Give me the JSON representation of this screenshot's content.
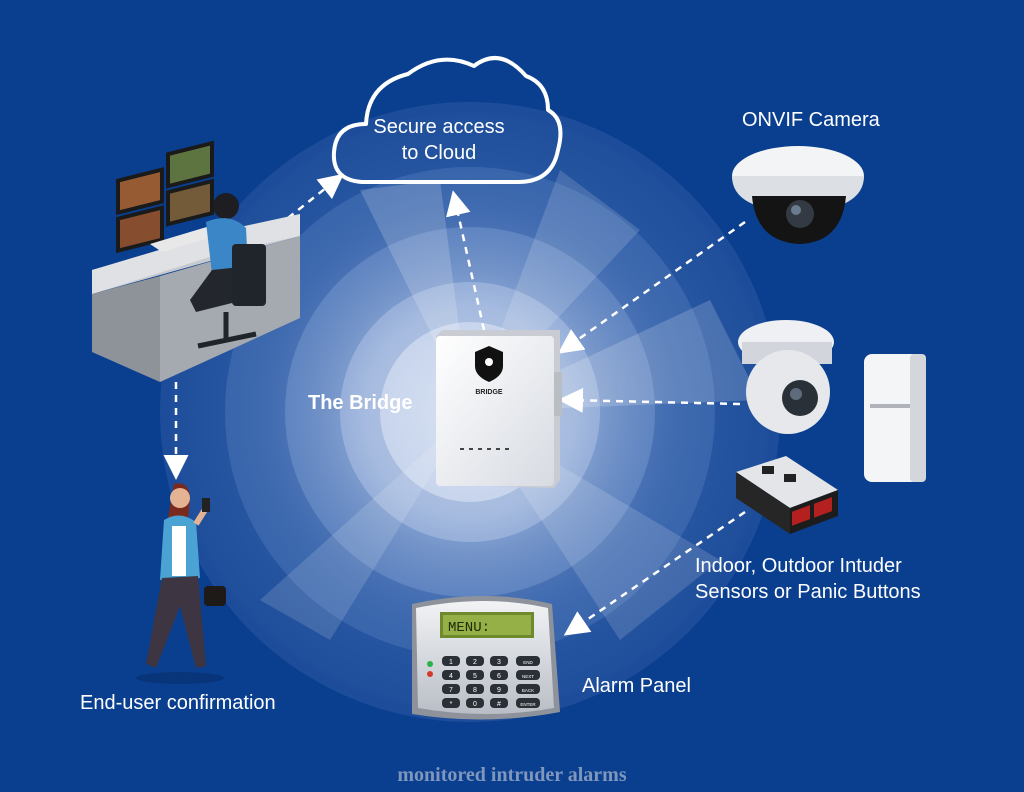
{
  "labels": {
    "cloud_line1": "Secure access",
    "cloud_line2": "to Cloud",
    "camera": "ONVIF Camera",
    "bridge": "The Bridge",
    "sensors_line1": "Indoor, Outdoor Intuder",
    "sensors_line2": "Sensors or Panic Buttons",
    "alarm_panel": "Alarm Panel",
    "end_user": "End-user confirmation"
  },
  "device_text": {
    "bridge_brand": "BRIDGE",
    "keypad_display": "MENU:",
    "keypad_keys": [
      "1",
      "2",
      "3",
      "END",
      "4",
      "5",
      "6",
      "NEXT",
      "7",
      "8",
      "9",
      "BACK",
      "*",
      "0",
      "#",
      "ENTER"
    ]
  },
  "caption": "monitored intruder alarms",
  "colors": {
    "background": "#0a3f8f",
    "halo": "#ffffff",
    "arrow": "#ffffff",
    "caption": "#7f96bd"
  }
}
